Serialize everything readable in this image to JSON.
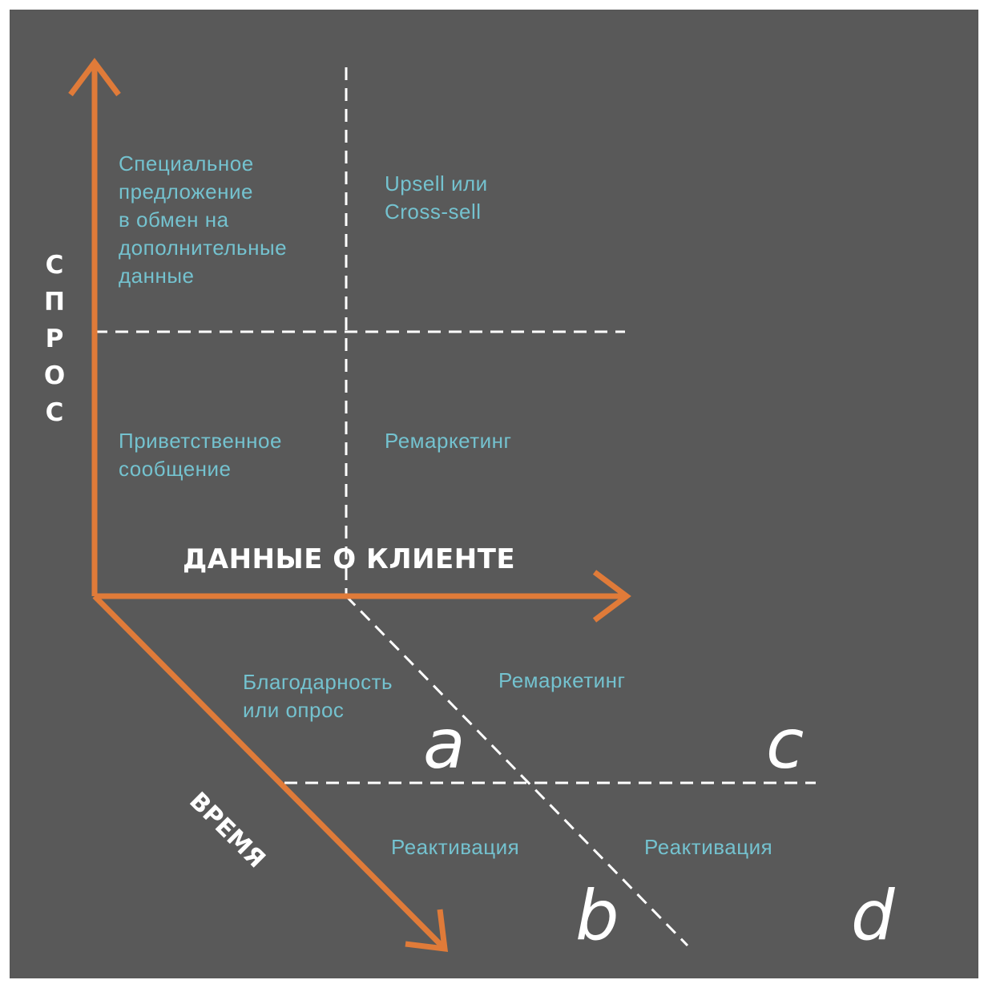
{
  "colors": {
    "background": "#595959",
    "axis": "#e07b39",
    "label_text": "#74c2cf",
    "title_text": "#ffffff",
    "dashed_line": "#ffffff"
  },
  "axes": {
    "y_label": "С\nП\nР\nО\nС",
    "x_label": "ДАННЫЕ О КЛИЕНТЕ",
    "t_label": "ВРЕМЯ"
  },
  "quadrants": {
    "top_left": "Специальное\nпредложение\nв обмен на\nдополнительные\nданные",
    "top_right": "Upsell или\nCross-sell",
    "bottom_left": "Приветственное\nсообщение",
    "bottom_right": "Ремаркетинг",
    "lower_a_left": "Благодарность\nили опрос",
    "lower_a_right": "Ремаркетинг",
    "lower_b_left": "Реактивация",
    "lower_b_right": "Реактивация"
  },
  "letters": {
    "a": "a",
    "b": "b",
    "c": "c",
    "d": "d"
  }
}
